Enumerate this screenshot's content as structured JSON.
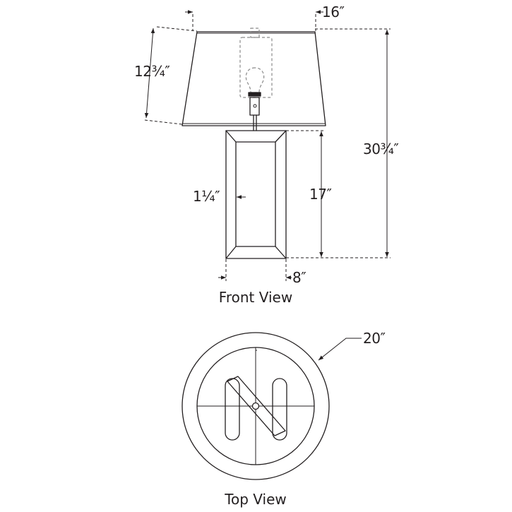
{
  "dimensions": {
    "shade_width": "16″",
    "shade_height": "12¾″",
    "overall_height": "30¾″",
    "base_height": "17″",
    "frame_thickness": "1¼″",
    "base_width": "8″",
    "top_diameter": "20″"
  },
  "captions": {
    "front": "Front View",
    "top": "Top View"
  }
}
